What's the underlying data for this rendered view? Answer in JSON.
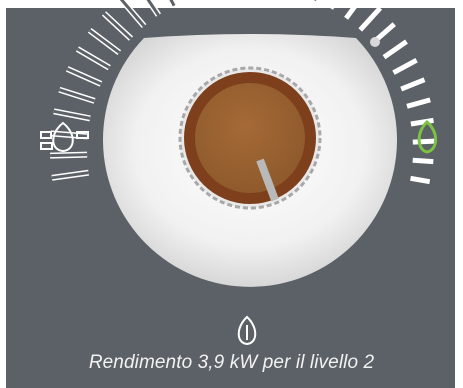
{
  "caption": "Rendimento 3,9 kW per il livello 2",
  "control": {
    "name": "power-level-dial",
    "level_indicator_fraction": 0.45,
    "segments_total": 32,
    "segments_active_from_right": 12
  },
  "icons": {
    "left": "flame-outline-icon",
    "bottom": "flame-outline-icon",
    "right": "eco-leaf-icon",
    "top_right_dot": "status-dot-icon"
  },
  "colors": {
    "panel": "#5b6166",
    "knob_outer": "#8a4b22",
    "knob_inner": "#9a6432",
    "eco": "#7bc142",
    "active_tick": "#ffffff",
    "inactive_tick_outline": "#ffffff"
  }
}
